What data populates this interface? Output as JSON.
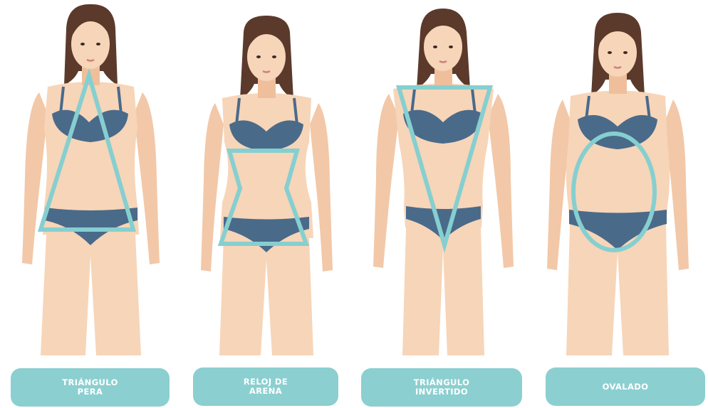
{
  "colors": {
    "skin": "#f7d5b8",
    "skin_shadow": "#efbf9c",
    "hair": "#5b3a2c",
    "bikini": "#4a6a8a",
    "outline": "#86cfd0",
    "pill": "#8ccfd0",
    "pill_text": "#ffffff"
  },
  "body_types": [
    {
      "label_line1": "TRIÁNGULO",
      "label_line2": "PERA",
      "shape": "triangle"
    },
    {
      "label_line1": "RELOJ DE",
      "label_line2": "ARENA",
      "shape": "hourglass"
    },
    {
      "label_line1": "TRIÁNGULO",
      "label_line2": "INVERTIDO",
      "shape": "inverted-triangle"
    },
    {
      "label_line1": "OVALADO",
      "label_line2": "",
      "shape": "oval"
    }
  ]
}
